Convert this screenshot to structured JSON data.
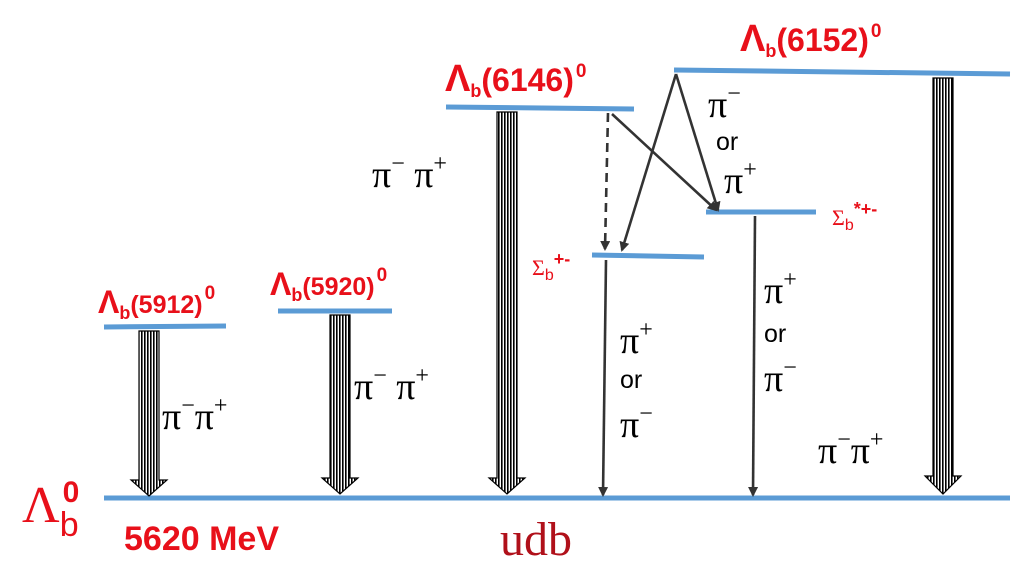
{
  "colors": {
    "level": "#5b9bd5",
    "label": "#e8101a",
    "quark": "#b0101a",
    "arrow": "#333333"
  },
  "ground": {
    "symbol": "Λ",
    "sub": "b",
    "sup": "0",
    "energy": "5620 MeV",
    "quarks": "udb"
  },
  "states": {
    "s5912": {
      "symbol": "Λ",
      "sub": "b",
      "mass": "(5912)",
      "sup": "0"
    },
    "s5920": {
      "symbol": "Λ",
      "sub": "b",
      "mass": "(5920)",
      "sup": "0"
    },
    "s6146": {
      "symbol": "Λ",
      "sub": "b",
      "mass": "(6146)",
      "sup": "0"
    },
    "s6152": {
      "symbol": "Λ",
      "sub": "b",
      "mass": "(6152)",
      "sup": "0"
    },
    "sigma": {
      "symbol": "Σ",
      "sub": "b",
      "sup": "+-"
    },
    "sigma_star": {
      "symbol": "Σ",
      "sub": "b",
      "sup": "*+-"
    }
  },
  "decays": {
    "d5912": {
      "a": "π",
      "a_sup": "−",
      "b": "π",
      "b_sup": "+"
    },
    "d5920": {
      "a": "π",
      "a_sup": "−",
      "b": "π",
      "b_sup": "+"
    },
    "d6146": {
      "a": "π",
      "a_sup": "−",
      "b": "π",
      "b_sup": "+"
    },
    "d6152": {
      "a": "π",
      "a_sup": "−",
      "b": "π",
      "b_sup": "+"
    },
    "upper": {
      "a": "π",
      "a_sup": "−",
      "or": "or",
      "b": "π",
      "b_sup": "+"
    },
    "sigma": {
      "a": "π",
      "a_sup": "+",
      "or": "or",
      "b": "π",
      "b_sup": "−"
    },
    "sigma_star": {
      "a": "π",
      "a_sup": "+",
      "or": "or",
      "b": "π",
      "b_sup": "−"
    }
  }
}
